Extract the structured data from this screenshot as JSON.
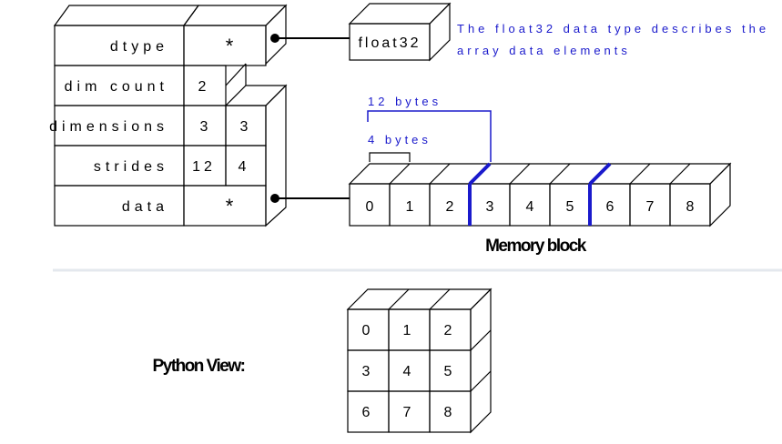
{
  "header": {
    "fields": [
      {
        "label": "dtype",
        "values": [
          "*"
        ]
      },
      {
        "label": "dim count",
        "values": [
          "2"
        ]
      },
      {
        "label": "dimensions",
        "values": [
          "3",
          "3"
        ]
      },
      {
        "label": "strides",
        "values": [
          "12",
          "4"
        ]
      },
      {
        "label": "data",
        "values": [
          "*"
        ]
      }
    ]
  },
  "dtype_box": {
    "label": "float32",
    "note_line1": "The float32 data type describes the",
    "note_line2": "array data elements"
  },
  "memory": {
    "cells": [
      "0",
      "1",
      "2",
      "3",
      "4",
      "5",
      "6",
      "7",
      "8"
    ],
    "label": "Memory block",
    "bracket_large": "12 bytes",
    "bracket_small": "4 bytes"
  },
  "python_view": {
    "label": "Python View:",
    "grid": [
      [
        "0",
        "1",
        "2"
      ],
      [
        "3",
        "4",
        "5"
      ],
      [
        "6",
        "7",
        "8"
      ]
    ]
  },
  "colors": {
    "line": "#000000",
    "accent": "#1a1acc",
    "divider": "#e4e8ee"
  }
}
